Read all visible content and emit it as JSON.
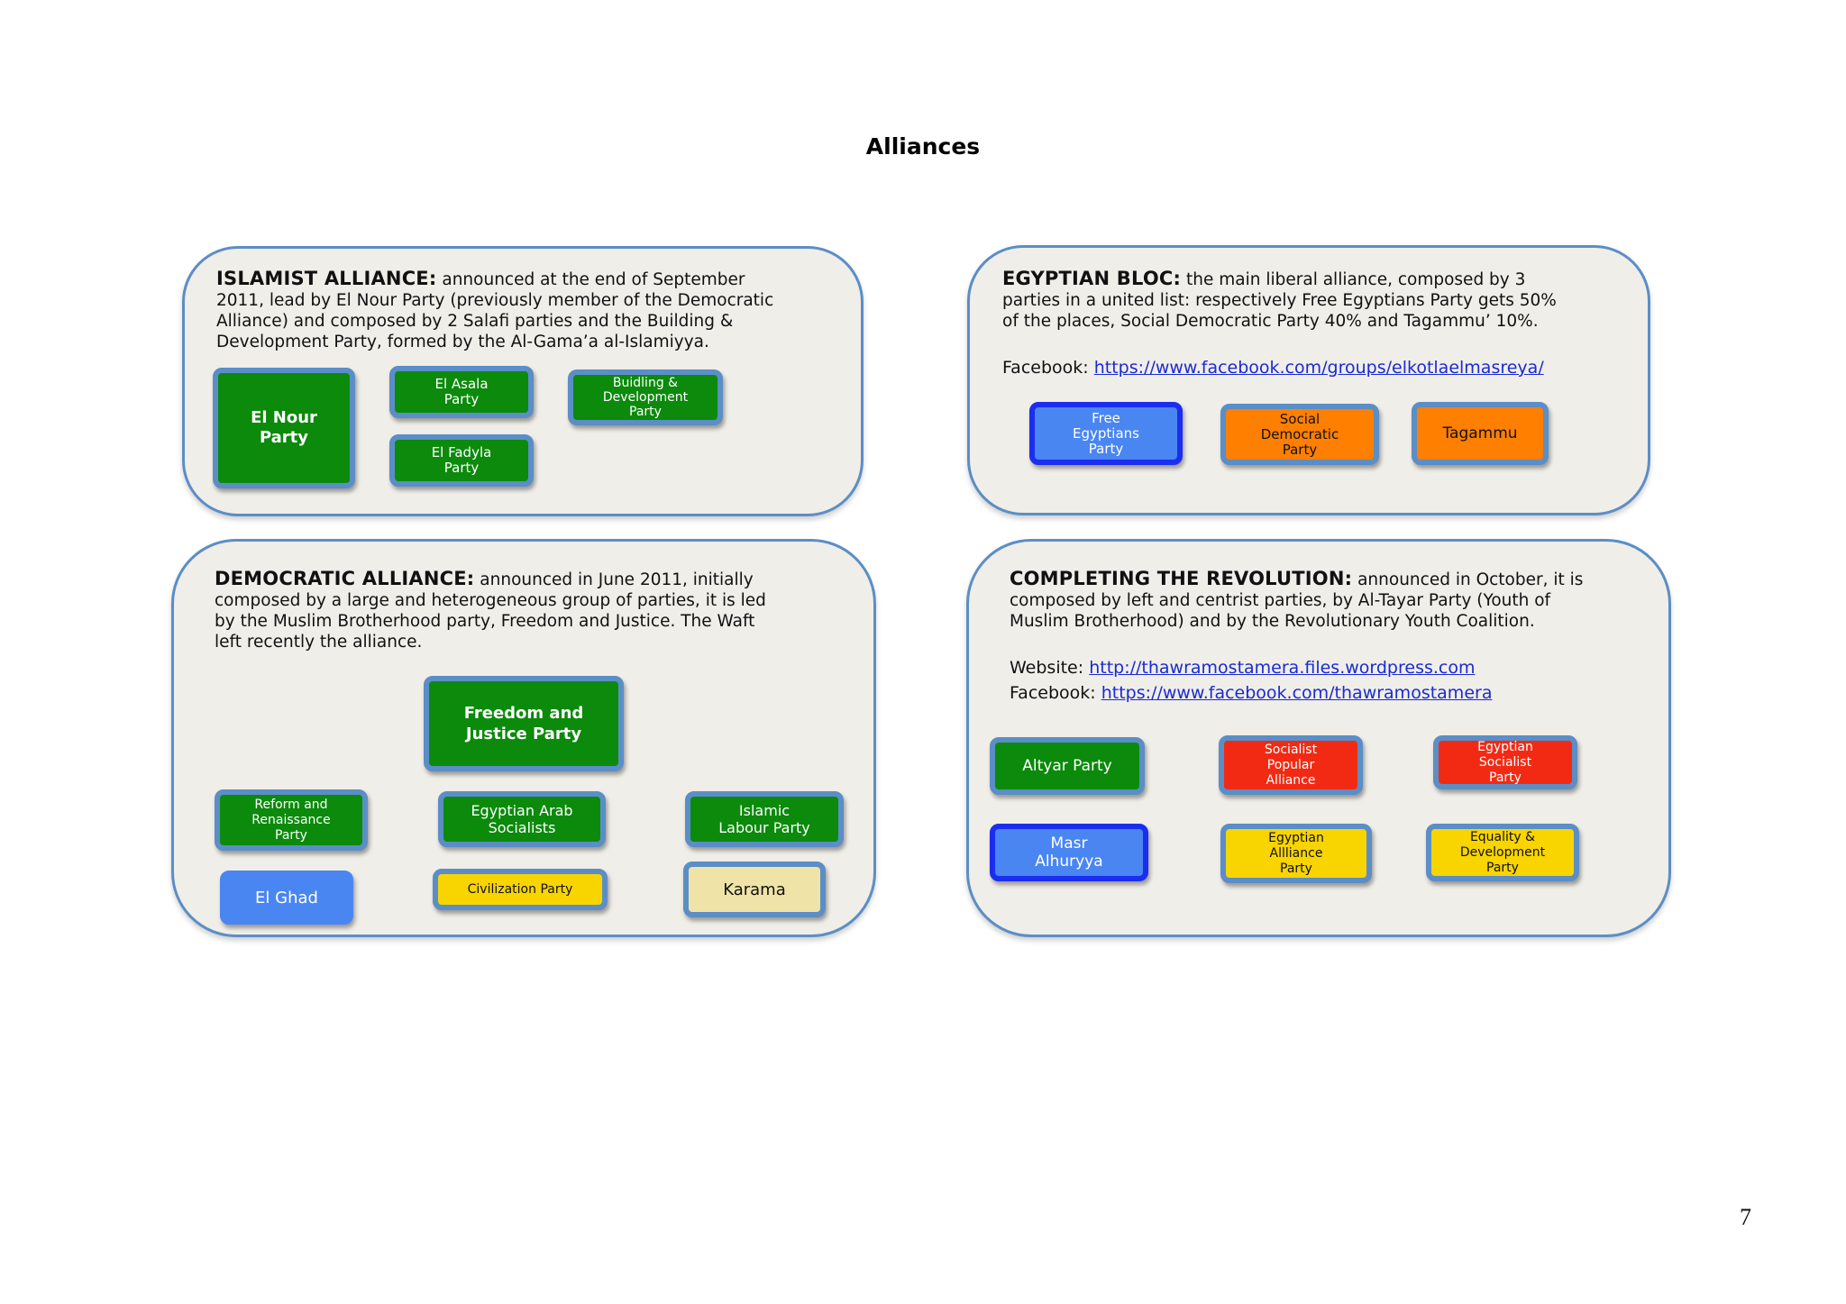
{
  "page": {
    "title": "Alliances",
    "page_number": "7"
  },
  "islamist": {
    "heading": "ISLAMIST ALLIANCE:",
    "lines": [
      "announced at the end of September",
      "2011, lead by El Nour Party (previously member of the Democratic",
      "Alliance)  and composed by 2 Salafi parties and the Building &",
      "Development Party, formed by the Al-Gama’a al-Islamiyya."
    ],
    "parties": [
      "El Nour\nParty",
      "El Asala\nParty",
      "Buidling &\nDevelopment\nParty",
      "El Fadyla\nParty"
    ]
  },
  "egyptian_bloc": {
    "heading": "EGYPTIAN BLOC:",
    "lines": [
      "the main liberal alliance,  composed by 3",
      "parties in a united list: respectively Free Egyptians Party gets 50%",
      "of the places, Social Democratic Party 40% and Tagammu’ 10%."
    ],
    "facebook_label": "Facebook:",
    "facebook_url": "https://www.facebook.com/groups/elkotlaelmasreya/",
    "parties": [
      "Free\nEgyptians\nParty",
      "Social\nDemocratic\nParty",
      "Tagammu"
    ]
  },
  "democratic": {
    "heading": "DEMOCRATIC ALLIANCE:",
    "lines": [
      "announced in June 2011, initially",
      "composed by a large and heterogeneous group of parties, it is led",
      "by the Muslim Brotherhood party, Freedom and Justice. The Waft",
      "left recently the alliance."
    ],
    "parties": [
      "Freedom and\nJustice Party",
      "Reform and\nRenaissance\nParty",
      "Egyptian Arab\nSocialists",
      "Islamic\nLabour Party",
      "El Ghad",
      "Civilization Party",
      "Karama"
    ]
  },
  "revolution": {
    "heading": "COMPLETING THE REVOLUTION:",
    "lines": [
      "announced in October, it is",
      "composed by left and centrist  parties, by Al-Tayar Party (Youth of",
      "Muslim Brotherhood) and by the Revolutionary Youth Coalition."
    ],
    "website_label": "Website:",
    "website_url": "http://thawramostamera.files.wordpress.com",
    "facebook_label": "Facebook:",
    "facebook_url": "https://www.facebook.com/thawramostamera",
    "parties": [
      "Altyar Party",
      "Socialist\nPopular\nAlliance",
      "Egyptian\nSocialist\nParty",
      "Masr\nAlhuryya",
      "Egyptian\nAllliance\nParty",
      "Equality &\nDevelopment\nParty"
    ]
  },
  "colors": {
    "panel_border": "#5b8ec6",
    "panel_fill": "#f0eee8",
    "green": "#0b8a0b",
    "blue": "#4a86f2",
    "orange": "#ff7f00",
    "red": "#f22a14",
    "yellow": "#f8d400",
    "khaki": "#efe3a8",
    "link": "#1a2ad6"
  }
}
